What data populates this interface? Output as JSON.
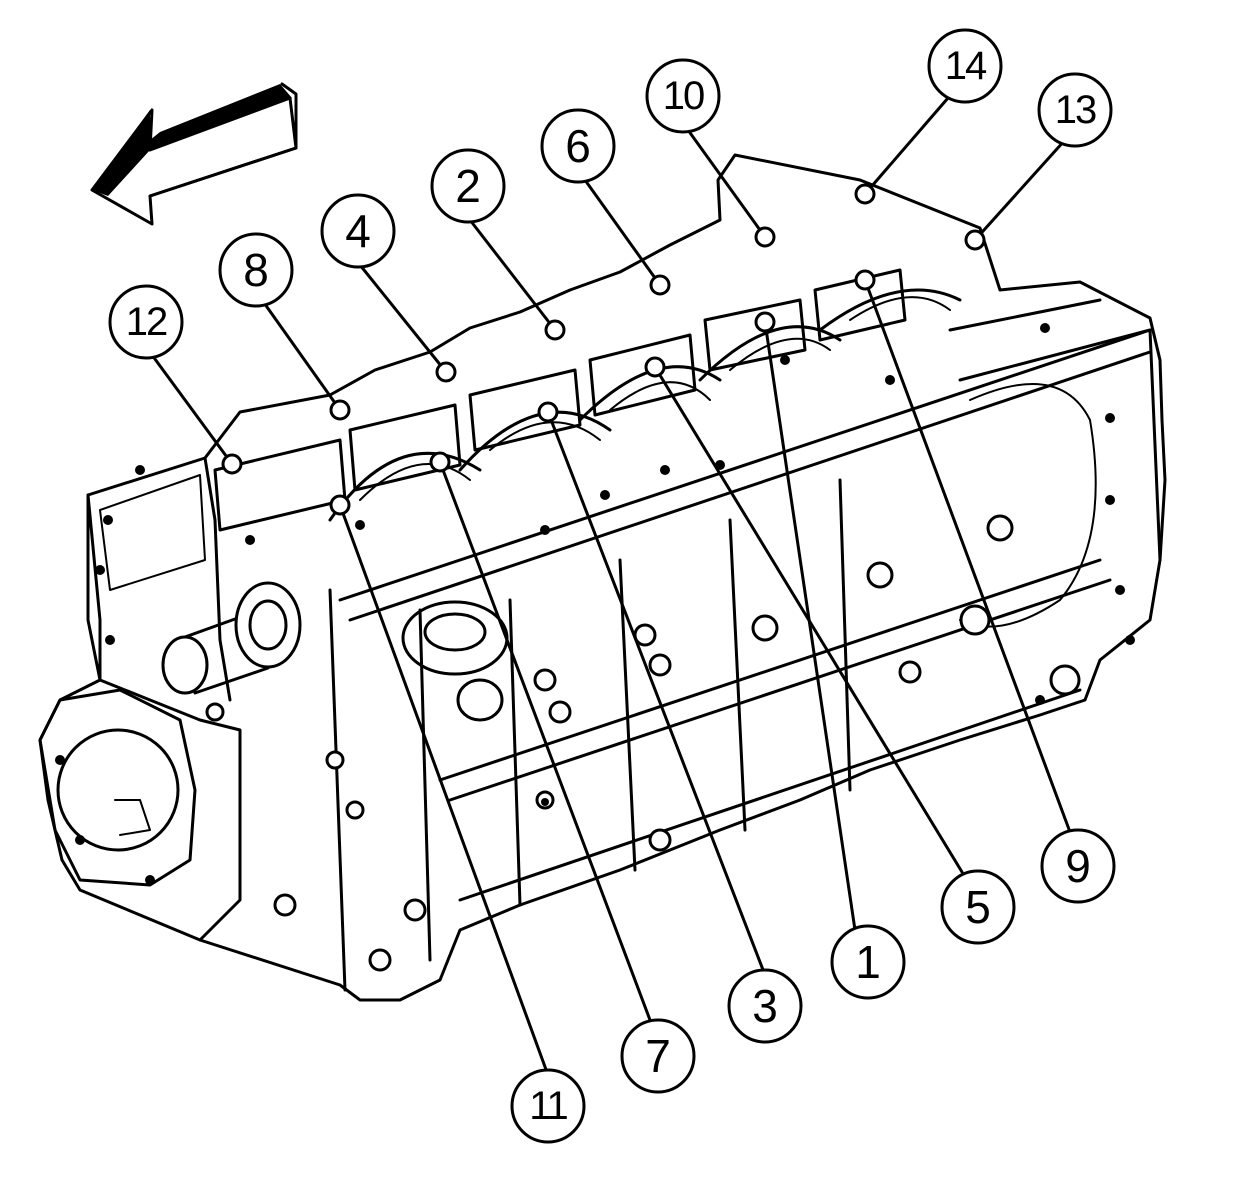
{
  "diagram": {
    "direction_arrow": "front-direction-arrow",
    "callouts": [
      {
        "label": "1",
        "color": "#000000"
      },
      {
        "label": "2",
        "color": "#000000"
      },
      {
        "label": "3",
        "color": "#000000"
      },
      {
        "label": "4",
        "color": "#000000"
      },
      {
        "label": "5",
        "color": "#000000"
      },
      {
        "label": "6",
        "color": "#000000"
      },
      {
        "label": "7",
        "color": "#000000"
      },
      {
        "label": "8",
        "color": "#000000"
      },
      {
        "label": "9",
        "color": "#000000"
      },
      {
        "label": "10",
        "color": "#000000"
      },
      {
        "label": "11",
        "color": "#000000"
      },
      {
        "label": "12",
        "color": "#000000"
      },
      {
        "label": "13",
        "color": "#000000"
      },
      {
        "label": "14",
        "color": "#000000"
      }
    ]
  }
}
